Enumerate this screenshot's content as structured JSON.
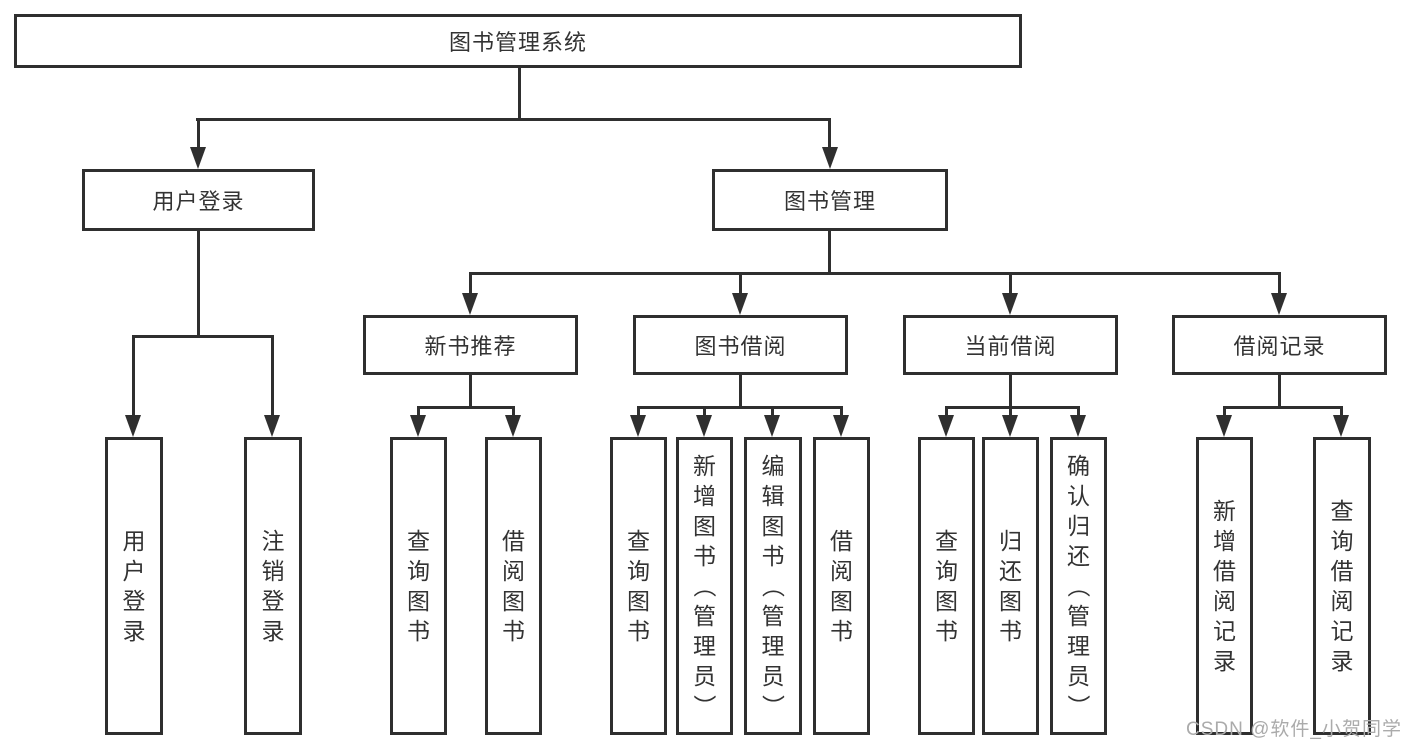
{
  "tree": {
    "root": "图书管理系统",
    "branches": [
      {
        "label": "用户登录",
        "leaves": [
          "用户登录",
          "注销登录"
        ]
      },
      {
        "label": "图书管理",
        "groups": [
          {
            "label": "新书推荐",
            "leaves": [
              "查询图书",
              "借阅图书"
            ]
          },
          {
            "label": "图书借阅",
            "leaves": [
              "查询图书",
              "新增图书（管理员）",
              "编辑图书（管理员）",
              "借阅图书"
            ]
          },
          {
            "label": "当前借阅",
            "leaves": [
              "查询图书",
              "归还图书",
              "确认归还（管理员）"
            ]
          },
          {
            "label": "借阅记录",
            "leaves": [
              "新增借阅记录",
              "查询借阅记录"
            ]
          }
        ]
      }
    ]
  },
  "watermark": "CSDN @软件_小贺同学",
  "colors": {
    "line": "#2f2f2f",
    "text": "#333333",
    "watermark": "#ababab",
    "background": "#ffffff"
  }
}
